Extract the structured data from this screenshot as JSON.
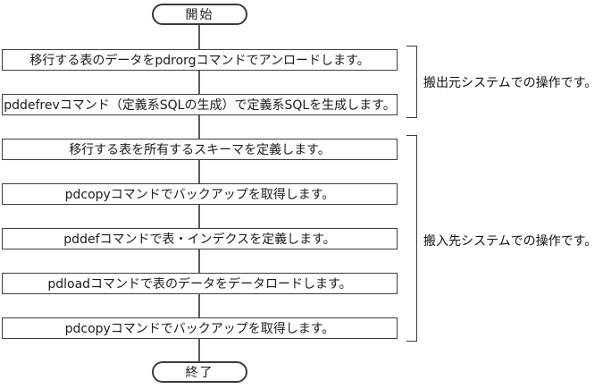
{
  "flowchart": {
    "start_label": "開始",
    "end_label": "終了",
    "steps": [
      "移行する表のデータをpdrorgコマンドでアンロードします。",
      "pddefrevコマンド（定義系SQLの生成）で定義系SQLを生成します。",
      "移行する表を所有するスキーマを定義します。",
      "pdcopyコマンドでバックアップを取得します。",
      "pddefコマンドで表・インデクスを定義します。",
      "pdloadコマンドで表のデータをデータロードします。",
      "pdcopyコマンドでバックアップを取得します。"
    ],
    "groups": [
      {
        "label": "搬出元システムでの操作です。",
        "steps_covered": [
          1,
          2
        ]
      },
      {
        "label": "搬入先システムでの操作です。",
        "steps_covered": [
          3,
          4,
          5,
          6,
          7
        ]
      }
    ],
    "colors": {
      "background": "#ffffff",
      "line": "#3a3a3a",
      "text": "#1a1a1a"
    }
  }
}
